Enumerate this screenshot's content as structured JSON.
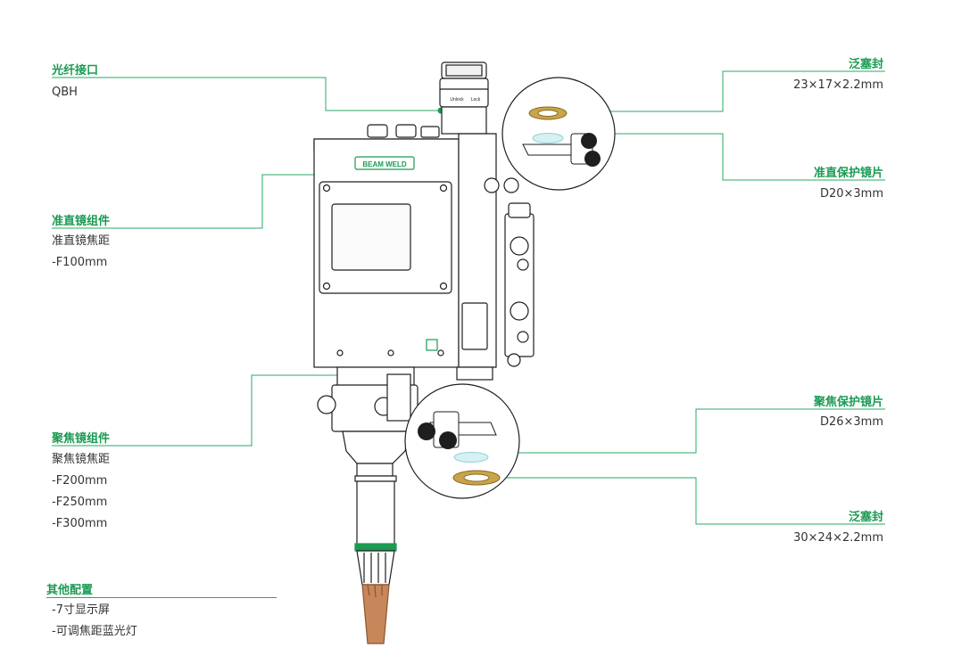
{
  "colors": {
    "accent": "#1a9a52",
    "line": "#2aa866",
    "text": "#333333",
    "brass": "#c9a44a",
    "copper": "#c8875a",
    "lens": "#8fd3d6"
  },
  "device": {
    "brand": "BEAM WELD",
    "unlock_label": "Unlock",
    "lock_label": "Lock"
  },
  "callouts": {
    "fiber": {
      "title": "光纤接口",
      "value": "QBH"
    },
    "collimator": {
      "title": "准直镜组件",
      "lines": [
        "准直镜焦距",
        "-F100mm"
      ]
    },
    "focus": {
      "title": "聚焦镜组件",
      "lines": [
        "聚焦镜焦距",
        "-F200mm",
        "-F250mm",
        "-F300mm"
      ]
    },
    "other": {
      "title": "其他配置",
      "lines": [
        "-7寸显示屏",
        "-可调焦距蓝光灯"
      ]
    },
    "seal_top": {
      "title": "泛塞封",
      "value": "23×17×2.2mm"
    },
    "collimator_window": {
      "title": "准直保护镜片",
      "value": "D20×3mm"
    },
    "focus_window": {
      "title": "聚焦保护镜片",
      "value": "D26×3mm"
    },
    "seal_bottom": {
      "title": "泛塞封",
      "value": "30×24×2.2mm"
    }
  }
}
